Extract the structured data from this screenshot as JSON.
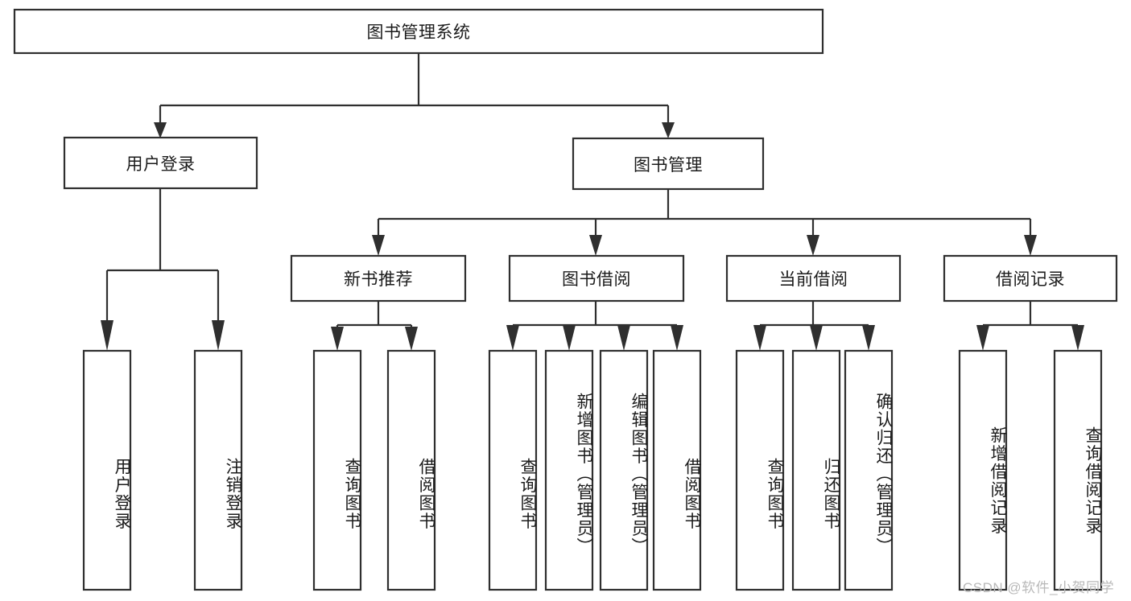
{
  "diagram": {
    "type": "tree-hierarchy",
    "title": "图书管理系统",
    "watermark": "CSDN @软件_小贺同学",
    "colors": {
      "stroke": "#2f2f2f",
      "fill": "#ffffff",
      "text": "#1b1b1b",
      "watermark": "#b9b9b9",
      "background": "#ffffff"
    },
    "nodes": {
      "root": {
        "label": "图书管理系统",
        "level": 0
      },
      "level1": [
        {
          "id": "user-login",
          "label": "用户登录"
        },
        {
          "id": "book-management",
          "label": "图书管理"
        }
      ],
      "level2": [
        {
          "id": "new-book-recommend",
          "label": "新书推荐",
          "parent": "book-management"
        },
        {
          "id": "book-borrow",
          "label": "图书借阅",
          "parent": "book-management"
        },
        {
          "id": "current-borrow",
          "label": "当前借阅",
          "parent": "book-management"
        },
        {
          "id": "borrow-record",
          "label": "借阅记录",
          "parent": "book-management"
        }
      ],
      "leaves": [
        {
          "id": "leaf-user-login",
          "label": "用户登录",
          "parent": "user-login"
        },
        {
          "id": "leaf-logout-login",
          "label": "注销登录",
          "parent": "user-login"
        },
        {
          "id": "leaf-query-book-1",
          "label": "查询图书",
          "parent": "new-book-recommend"
        },
        {
          "id": "leaf-borrow-book-1",
          "label": "借阅图书",
          "parent": "new-book-recommend"
        },
        {
          "id": "leaf-query-book-2",
          "label": "查询图书",
          "parent": "book-borrow"
        },
        {
          "id": "leaf-add-book",
          "label": "新增图书（管理员）",
          "parent": "book-borrow"
        },
        {
          "id": "leaf-edit-book",
          "label": "编辑图书（管理员）",
          "parent": "book-borrow"
        },
        {
          "id": "leaf-borrow-book-2",
          "label": "借阅图书",
          "parent": "book-borrow"
        },
        {
          "id": "leaf-query-book-3",
          "label": "查询图书",
          "parent": "current-borrow"
        },
        {
          "id": "leaf-return-book",
          "label": "归还图书",
          "parent": "current-borrow"
        },
        {
          "id": "leaf-confirm-return",
          "label": "确认归还（管理员）",
          "parent": "current-borrow"
        },
        {
          "id": "leaf-add-borrow-record",
          "label": "新增借阅记录",
          "parent": "borrow-record"
        },
        {
          "id": "leaf-query-borrow-record",
          "label": "查询借阅记录",
          "parent": "borrow-record"
        }
      ]
    }
  }
}
